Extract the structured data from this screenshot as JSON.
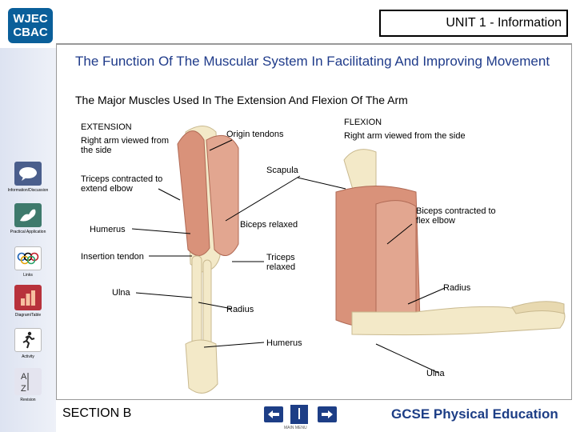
{
  "logo": {
    "line1": "WJEC",
    "line2": "CBAC"
  },
  "unit_title": "UNIT 1 - Information",
  "title": "The Function Of The Muscular System In Facilitating And Improving Movement",
  "subtitle": "The Major Muscles Used In The Extension And Flexion Of The Arm",
  "sidebar": [
    {
      "label": "Information/Discussion",
      "icon": "speech-bubble-icon",
      "color": "#4a5e8c"
    },
    {
      "label": "Practical Application",
      "icon": "flexed-arm-icon",
      "color": "#3e7a6c"
    },
    {
      "label": "Links",
      "icon": "olympic-rings-icon",
      "color": "#ffffff"
    },
    {
      "label": "Diagram/Table",
      "icon": "bar-chart-icon",
      "color": "#b8323c"
    },
    {
      "label": "Activity",
      "icon": "runner-icon",
      "color": "#ffffff"
    },
    {
      "label": "Revision",
      "icon": "a-to-z-icon",
      "color": "#d9d9e8"
    }
  ],
  "labels": {
    "extension_title": "EXTENSION",
    "extension_desc": "Right arm viewed from the side",
    "origin_tendons": "Origin tendons",
    "flexion_title": "FLEXION",
    "flexion_desc": "Right arm viewed from the side",
    "scapula": "Scapula",
    "triceps_contracted": "Triceps contracted to extend elbow",
    "biceps_relaxed": "Biceps relaxed",
    "biceps_contracted": "Biceps contracted to flex elbow",
    "humerus_left": "Humerus",
    "insertion_tendon": "Insertion tendon",
    "triceps_relaxed": "Triceps relaxed",
    "radius_right": "Radius",
    "ulna_left": "Ulna",
    "radius_center": "Radius",
    "humerus_right": "Humerus",
    "ulna_right": "Ulna"
  },
  "footer": {
    "section": "SECTION B",
    "main_menu": "MAIN MENU",
    "brand": "GCSE Physical Education"
  },
  "colors": {
    "title": "#1f3b8a",
    "muscle": "#d9927a",
    "bone": "#f3e9c8",
    "nav": "#1d3e86"
  }
}
